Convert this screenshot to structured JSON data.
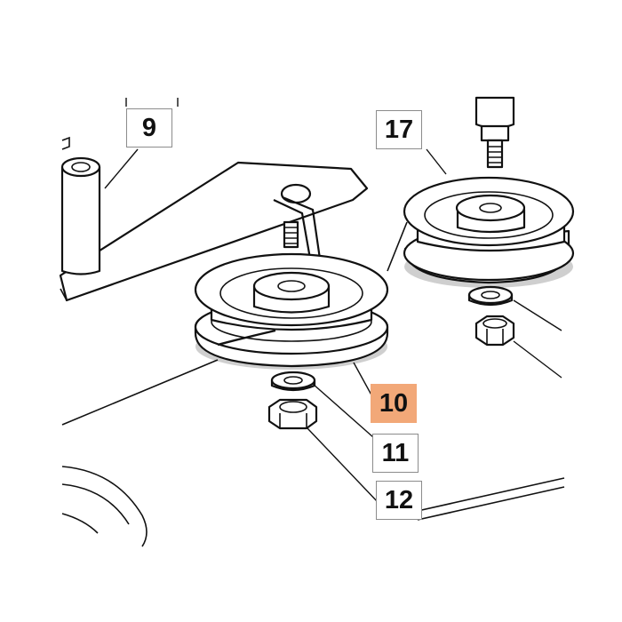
{
  "callouts": [
    {
      "id": "9",
      "text": "9",
      "highlighted": false
    },
    {
      "id": "17",
      "text": "17",
      "highlighted": false
    },
    {
      "id": "10",
      "text": "10",
      "highlighted": true
    },
    {
      "id": "11",
      "text": "11",
      "highlighted": false
    },
    {
      "id": "12",
      "text": "12",
      "highlighted": false
    }
  ],
  "colors": {
    "highlight": "#f2a878",
    "line": "#111111",
    "box_border": "#8c8c8c"
  }
}
